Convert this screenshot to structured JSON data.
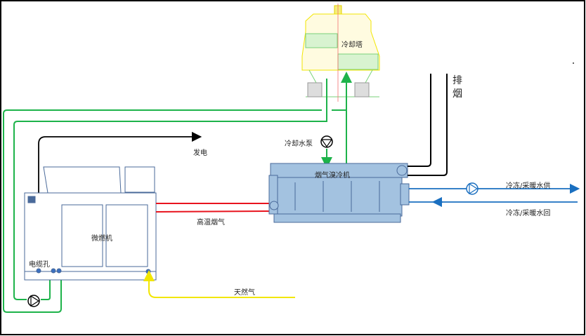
{
  "labels": {
    "cooling_tower": "冷却塔",
    "cooling_pump": "冷却水泵",
    "chiller": "烟气溴冷机",
    "exhaust_1": "排",
    "exhaust_2": "烟",
    "power": "发电",
    "flue_gas": "高温烟气",
    "microturbine": "微燃机",
    "cable_hole": "电缆孔",
    "natural_gas": "天然气",
    "supply": "冷冻/采暖水供",
    "return": "冷冻/采暖水回"
  },
  "colors": {
    "cooling_water": "#1db34a",
    "flue_gas": "#e8141e",
    "gas": "#f2e600",
    "chilled_water": "#1a6fc0",
    "power": "#000000",
    "equipment": "#a3c2e0"
  }
}
